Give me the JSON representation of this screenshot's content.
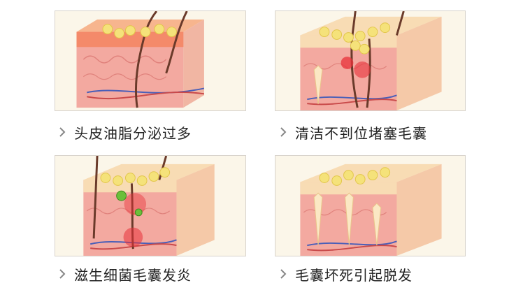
{
  "panels": [
    {
      "caption": "头皮油脂分泌过多"
    },
    {
      "caption": "清洁不到位堵塞毛囊"
    },
    {
      "caption": "滋生细菌毛囊发炎"
    },
    {
      "caption": "毛囊坏死引起脱发"
    }
  ],
  "colors": {
    "skin_top": "#f7d2a8",
    "skin_layer": "#f3a9a0",
    "skin_side": "#f1b6a3",
    "oil_dot": "#f5e27a",
    "inflammation": "#e8323a",
    "bacteria": "#6bbf3a",
    "vein_blue": "#4a5fb8",
    "vein_red": "#c94a4a",
    "hair": "#6a3a2a"
  }
}
